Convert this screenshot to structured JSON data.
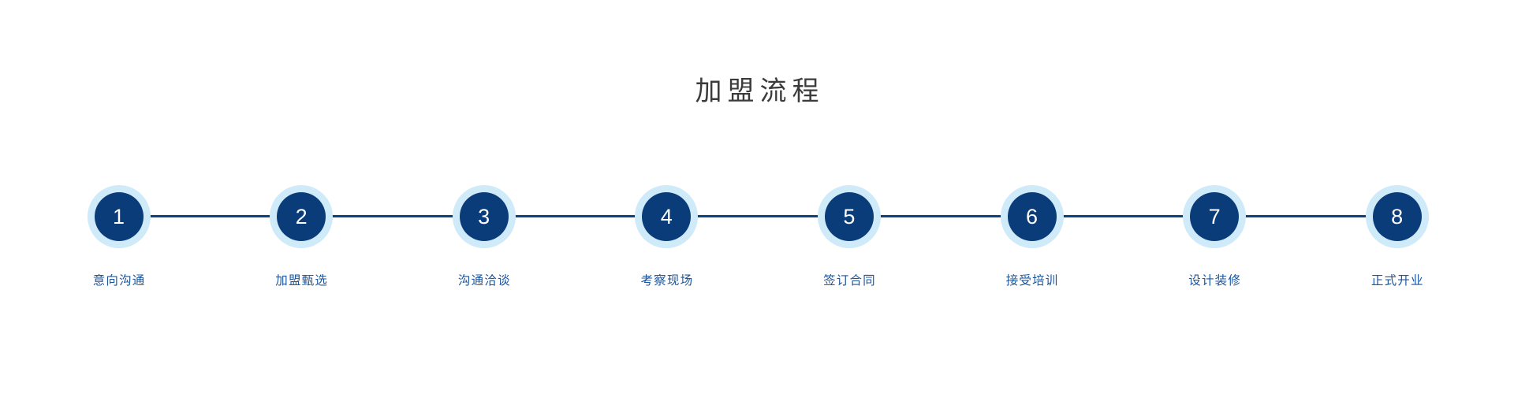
{
  "page": {
    "title": "加盟流程",
    "background_color": "#ffffff",
    "title_color": "#3b3b3b"
  },
  "theme": {
    "ring_color": "#cfeaf8",
    "disc_color": "#0b3c7a",
    "connector_color": "#0a4480",
    "number_color": "#ffffff",
    "label_color": "#1a559f"
  },
  "flow": {
    "steps": [
      {
        "number": "1",
        "label": "意向沟通"
      },
      {
        "number": "2",
        "label": "加盟甄选"
      },
      {
        "number": "3",
        "label": "沟通洽谈"
      },
      {
        "number": "4",
        "label": "考察现场"
      },
      {
        "number": "5",
        "label": "签订合同"
      },
      {
        "number": "6",
        "label": "接受培训"
      },
      {
        "number": "7",
        "label": "设计装修"
      },
      {
        "number": "8",
        "label": "正式开业"
      }
    ]
  }
}
